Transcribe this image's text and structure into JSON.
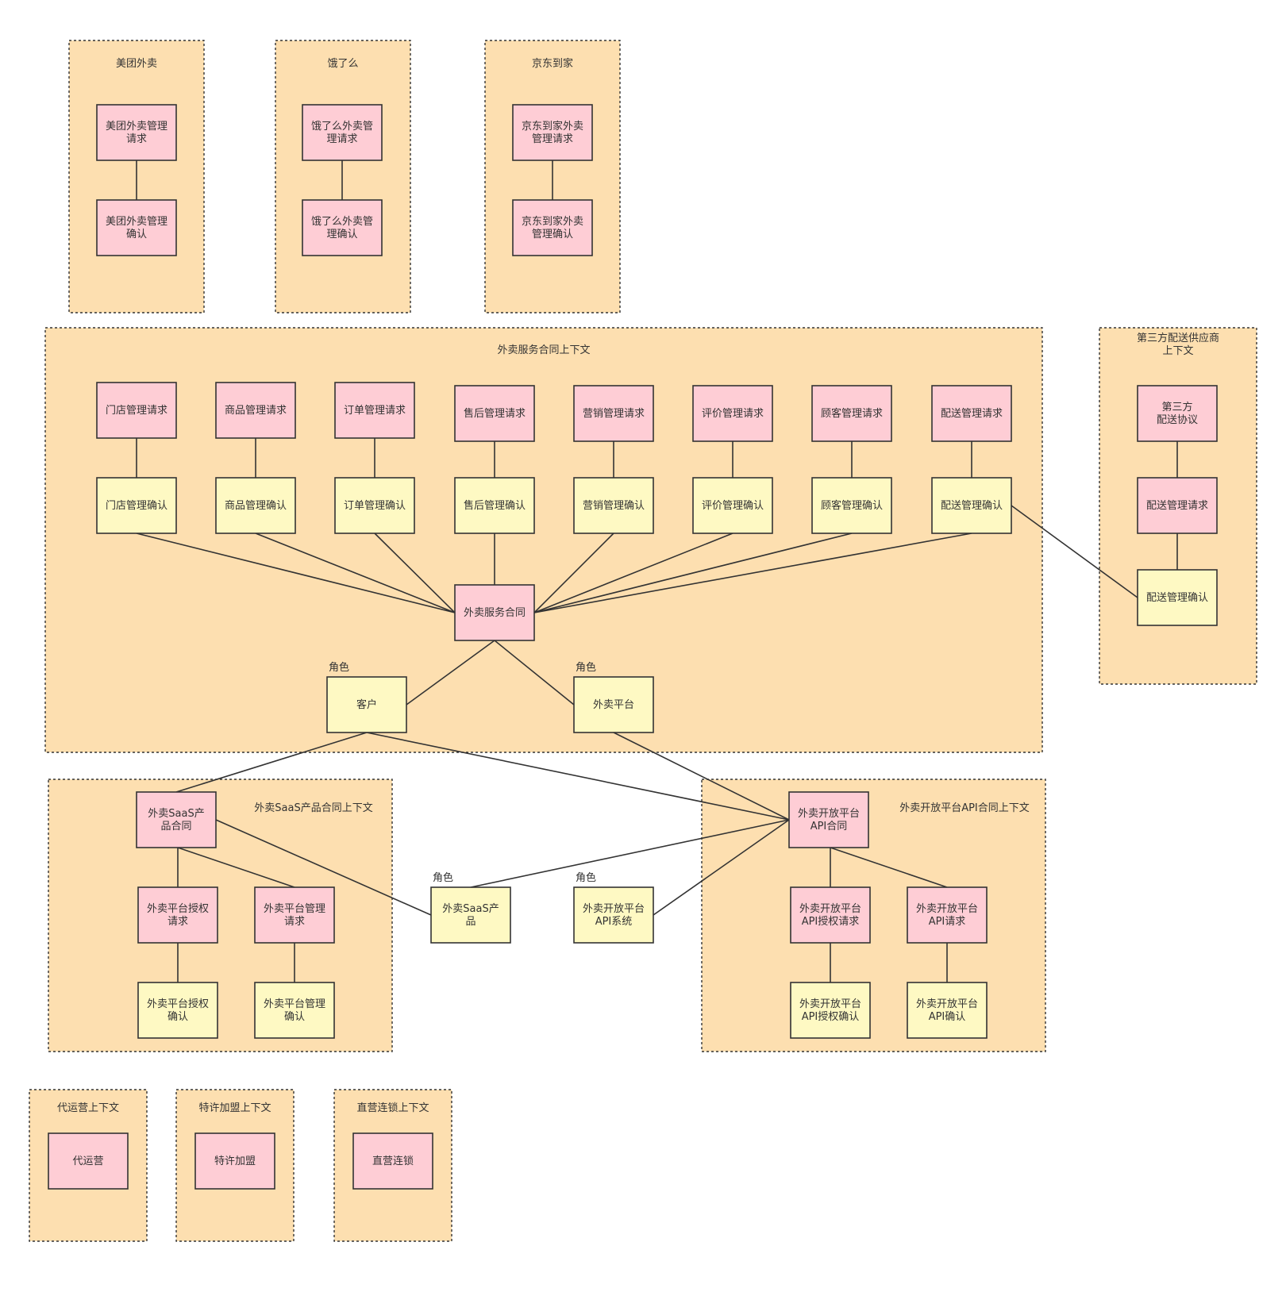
{
  "contexts": [
    {
      "id": "meituan",
      "title": "美团外卖"
    },
    {
      "id": "eleme",
      "title": "饿了么"
    },
    {
      "id": "jddj",
      "title": "京东到家"
    },
    {
      "id": "service",
      "title": "外卖服务合同上下文"
    },
    {
      "id": "thirdparty",
      "title": "第三方配送供应商\n上下文"
    },
    {
      "id": "saas",
      "title": "外卖SaaS产品合同上下文"
    },
    {
      "id": "openapi",
      "title": "外卖开放平台API合同上下文"
    },
    {
      "id": "daiyunying",
      "title": "代运营上下文"
    },
    {
      "id": "texu",
      "title": "特许加盟上下文"
    },
    {
      "id": "zhiying",
      "title": "直营连锁上下文"
    }
  ],
  "nodes": [
    {
      "id": "mt_req",
      "label": "美团外卖管理\n请求",
      "color": "pink"
    },
    {
      "id": "mt_cfm",
      "label": "美团外卖管理\n确认",
      "color": "pink"
    },
    {
      "id": "el_req",
      "label": "饿了么外卖管\n理请求",
      "color": "pink"
    },
    {
      "id": "el_cfm",
      "label": "饿了么外卖管\n理确认",
      "color": "pink"
    },
    {
      "id": "jd_req",
      "label": "京东到家外卖\n管理请求",
      "color": "pink"
    },
    {
      "id": "jd_cfm",
      "label": "京东到家外卖\n管理确认",
      "color": "pink"
    },
    {
      "id": "store_req",
      "label": "门店管理请求",
      "color": "pink"
    },
    {
      "id": "goods_req",
      "label": "商品管理请求",
      "color": "pink"
    },
    {
      "id": "order_req",
      "label": "订单管理请求",
      "color": "pink"
    },
    {
      "id": "after_req",
      "label": "售后管理请求",
      "color": "pink"
    },
    {
      "id": "mkt_req",
      "label": "营销管理请求",
      "color": "pink"
    },
    {
      "id": "review_req",
      "label": "评价管理请求",
      "color": "pink"
    },
    {
      "id": "cust_req",
      "label": "顾客管理请求",
      "color": "pink"
    },
    {
      "id": "deliv_req",
      "label": "配送管理请求",
      "color": "pink"
    },
    {
      "id": "store_cfm",
      "label": "门店管理确认",
      "color": "yellow"
    },
    {
      "id": "goods_cfm",
      "label": "商品管理确认",
      "color": "yellow"
    },
    {
      "id": "order_cfm",
      "label": "订单管理确认",
      "color": "yellow"
    },
    {
      "id": "after_cfm",
      "label": "售后管理确认",
      "color": "yellow"
    },
    {
      "id": "mkt_cfm",
      "label": "营销管理确认",
      "color": "yellow"
    },
    {
      "id": "review_cfm",
      "label": "评价管理确认",
      "color": "yellow"
    },
    {
      "id": "cust_cfm",
      "label": "顾客管理确认",
      "color": "yellow"
    },
    {
      "id": "deliv_cfm",
      "label": "配送管理确认",
      "color": "yellow"
    },
    {
      "id": "contract",
      "label": "外卖服务合同",
      "color": "pink"
    },
    {
      "id": "customer",
      "label": "客户",
      "color": "yellow",
      "role": "角色"
    },
    {
      "id": "platform",
      "label": "外卖平台",
      "color": "yellow",
      "role": "角色"
    },
    {
      "id": "tp_agree",
      "label": "第三方\n配送协议",
      "color": "pink"
    },
    {
      "id": "tp_req",
      "label": "配送管理请求",
      "color": "pink"
    },
    {
      "id": "tp_cfm",
      "label": "配送管理确认",
      "color": "yellow"
    },
    {
      "id": "saas_contract",
      "label": "外卖SaaS产\n品合同",
      "color": "pink"
    },
    {
      "id": "auth_req",
      "label": "外卖平台授权\n请求",
      "color": "pink"
    },
    {
      "id": "mgmt_req",
      "label": "外卖平台管理\n请求",
      "color": "pink"
    },
    {
      "id": "auth_cfm",
      "label": "外卖平台授权\n确认",
      "color": "yellow"
    },
    {
      "id": "mgmt_cfm",
      "label": "外卖平台管理\n确认",
      "color": "yellow"
    },
    {
      "id": "saas_prod",
      "label": "外卖SaaS产\n品",
      "color": "yellow",
      "role": "角色"
    },
    {
      "id": "api_sys",
      "label": "外卖开放平台\nAPI系统",
      "color": "yellow",
      "role": "角色"
    },
    {
      "id": "api_contract",
      "label": "外卖开放平台\nAPI合同",
      "color": "pink"
    },
    {
      "id": "api_auth_req",
      "label": "外卖开放平台\nAPI授权请求",
      "color": "pink"
    },
    {
      "id": "api_req",
      "label": "外卖开放平台\nAPI请求",
      "color": "pink"
    },
    {
      "id": "api_auth_cfm",
      "label": "外卖开放平台\nAPI授权确认",
      "color": "yellow"
    },
    {
      "id": "api_cfm",
      "label": "外卖开放平台\nAPI确认",
      "color": "yellow"
    },
    {
      "id": "dyy",
      "label": "代运营",
      "color": "pink"
    },
    {
      "id": "txjm",
      "label": "特许加盟",
      "color": "pink"
    },
    {
      "id": "zyls",
      "label": "直营连锁",
      "color": "pink"
    }
  ],
  "edges": [
    [
      "mt_req",
      "mt_cfm"
    ],
    [
      "el_req",
      "el_cfm"
    ],
    [
      "jd_req",
      "jd_cfm"
    ],
    [
      "store_req",
      "store_cfm"
    ],
    [
      "goods_req",
      "goods_cfm"
    ],
    [
      "order_req",
      "order_cfm"
    ],
    [
      "after_req",
      "after_cfm"
    ],
    [
      "mkt_req",
      "mkt_cfm"
    ],
    [
      "review_req",
      "review_cfm"
    ],
    [
      "cust_req",
      "cust_cfm"
    ],
    [
      "deliv_req",
      "deliv_cfm"
    ],
    [
      "store_cfm",
      "contract"
    ],
    [
      "goods_cfm",
      "contract"
    ],
    [
      "order_cfm",
      "contract"
    ],
    [
      "after_cfm",
      "contract"
    ],
    [
      "mkt_cfm",
      "contract"
    ],
    [
      "review_cfm",
      "contract"
    ],
    [
      "cust_cfm",
      "contract"
    ],
    [
      "deliv_cfm",
      "contract"
    ],
    [
      "contract",
      "customer"
    ],
    [
      "contract",
      "platform"
    ],
    [
      "deliv_cfm",
      "tp_cfm"
    ],
    [
      "tp_agree",
      "tp_req"
    ],
    [
      "tp_req",
      "tp_cfm"
    ],
    [
      "customer",
      "saas_contract"
    ],
    [
      "customer",
      "api_contract"
    ],
    [
      "platform",
      "api_contract"
    ],
    [
      "saas_contract",
      "auth_req"
    ],
    [
      "saas_contract",
      "mgmt_req"
    ],
    [
      "saas_contract",
      "saas_prod"
    ],
    [
      "auth_req",
      "auth_cfm"
    ],
    [
      "mgmt_req",
      "mgmt_cfm"
    ],
    [
      "saas_prod",
      "api_contract"
    ],
    [
      "api_sys",
      "api_contract"
    ],
    [
      "api_contract",
      "api_auth_req"
    ],
    [
      "api_contract",
      "api_req"
    ],
    [
      "api_auth_req",
      "api_auth_cfm"
    ],
    [
      "api_req",
      "api_cfm"
    ]
  ]
}
